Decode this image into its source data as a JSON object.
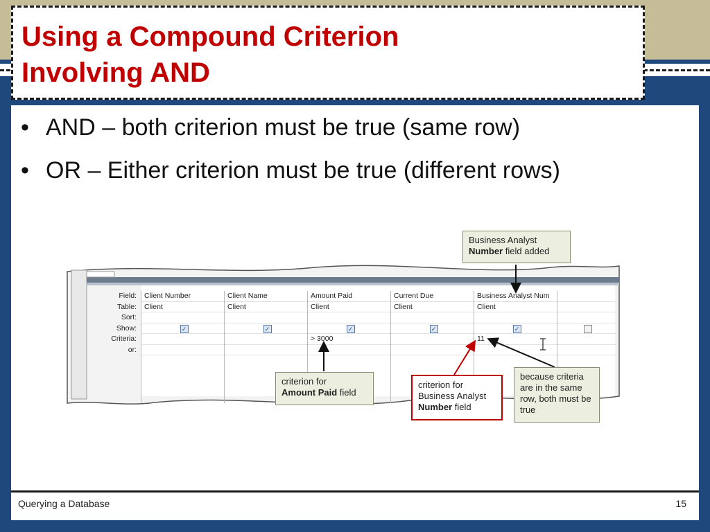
{
  "slide": {
    "title_line1": "Using a Compound Criterion",
    "title_line2": "Involving AND",
    "bullets": [
      "AND – both criterion must be true (same row)",
      "OR – Either criterion must be true (different rows)"
    ],
    "footer_left": "Querying a Database",
    "page_number": "15"
  },
  "figure": {
    "row_labels": [
      "Field:",
      "Table:",
      "Sort:",
      "Show:",
      "Criteria:",
      "or:"
    ],
    "columns": [
      {
        "field": "Client Number",
        "table": "Client",
        "show": true,
        "criteria": ""
      },
      {
        "field": "Client Name",
        "table": "Client",
        "show": true,
        "criteria": ""
      },
      {
        "field": "Amount Paid",
        "table": "Client",
        "show": true,
        "criteria": "> 3000"
      },
      {
        "field": "Current Due",
        "table": "Client",
        "show": true,
        "criteria": ""
      },
      {
        "field": "Business Analyst Num",
        "table": "Client",
        "show": true,
        "criteria": "11"
      },
      {
        "field": "",
        "table": "",
        "show": false,
        "criteria": ""
      }
    ],
    "callouts": {
      "top_line1": "Business Analyst",
      "top_bold": "Number",
      "top_rest": " field added",
      "amount_line1": "criterion for",
      "amount_bold": "Amount Paid",
      "amount_rest": " field",
      "ba_line1": "criterion for",
      "ba_line2": "Business Analyst",
      "ba_bold": "Number",
      "ba_rest": " field",
      "because": "because criteria are in the same row, both must be true"
    },
    "colors": {
      "callout_red": "#c00000",
      "checkbox_blue": "#2a4d8a"
    }
  }
}
